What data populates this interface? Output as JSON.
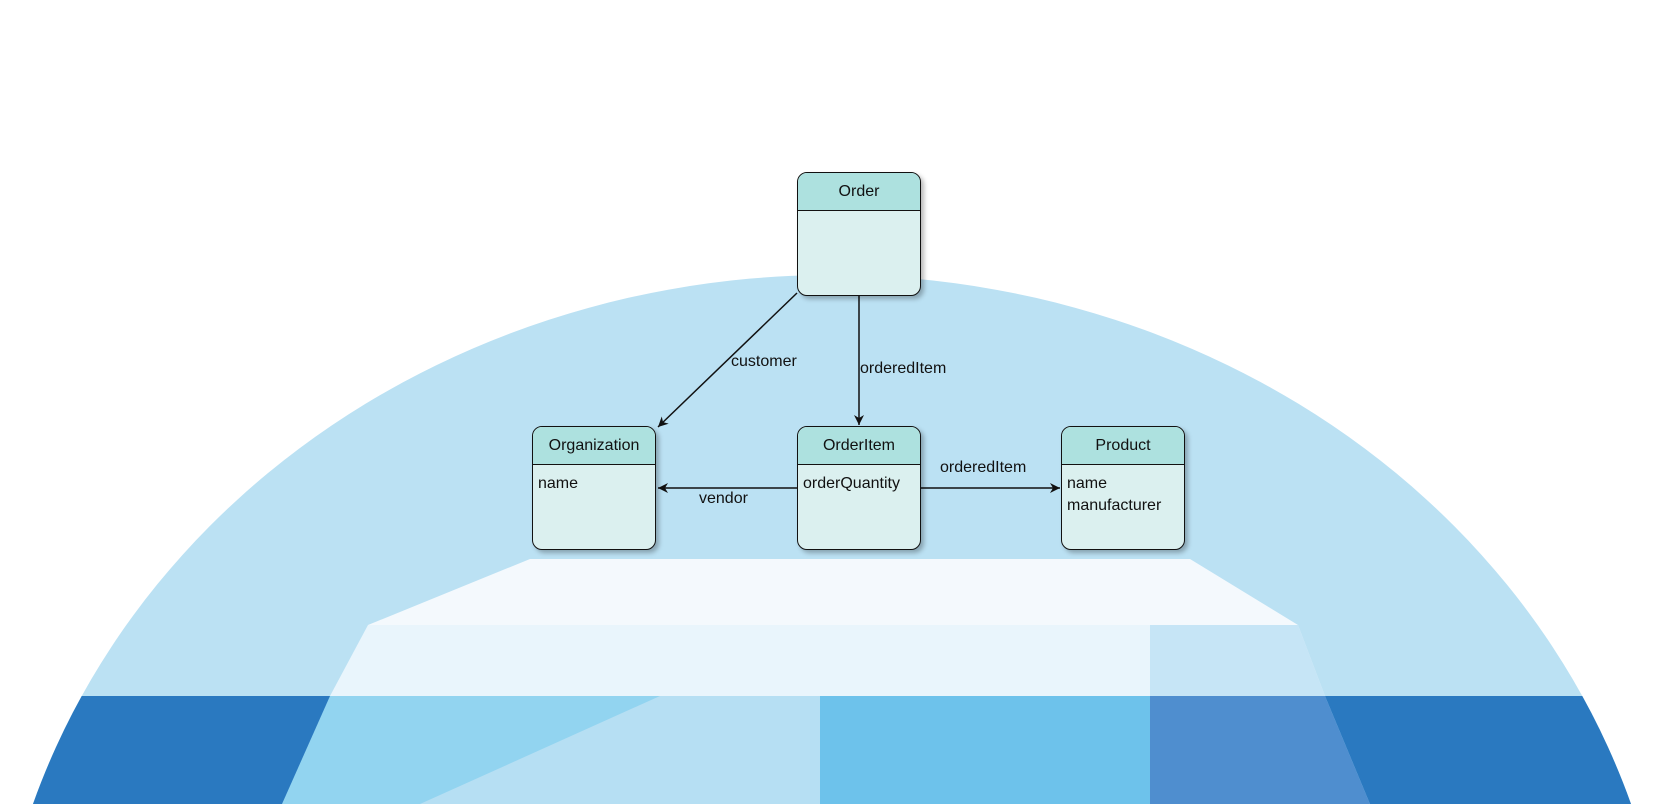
{
  "colors": {
    "background": "#ffffff",
    "dome_light": "#bbe1f3",
    "band_dark": "#2a79c0",
    "node_body": "#dbf0ef",
    "node_header": "#ade1df",
    "edge": "#111111"
  },
  "nodes": {
    "order": {
      "title": "Order",
      "attributes": []
    },
    "organization": {
      "title": "Organization",
      "attributes": [
        "name"
      ]
    },
    "order_item": {
      "title": "OrderItem",
      "attributes": [
        "orderQuantity"
      ]
    },
    "product": {
      "title": "Product",
      "attributes": [
        "name",
        "manufacturer"
      ]
    }
  },
  "edges": {
    "customer": {
      "label": "customer",
      "from": "Order",
      "to": "Organization"
    },
    "ordered_item_down": {
      "label": "orderedItem",
      "from": "Order",
      "to": "OrderItem"
    },
    "vendor": {
      "label": "vendor",
      "from": "OrderItem",
      "to": "Organization"
    },
    "ordered_item_right": {
      "label": "orderedItem",
      "from": "OrderItem",
      "to": "Product"
    }
  }
}
